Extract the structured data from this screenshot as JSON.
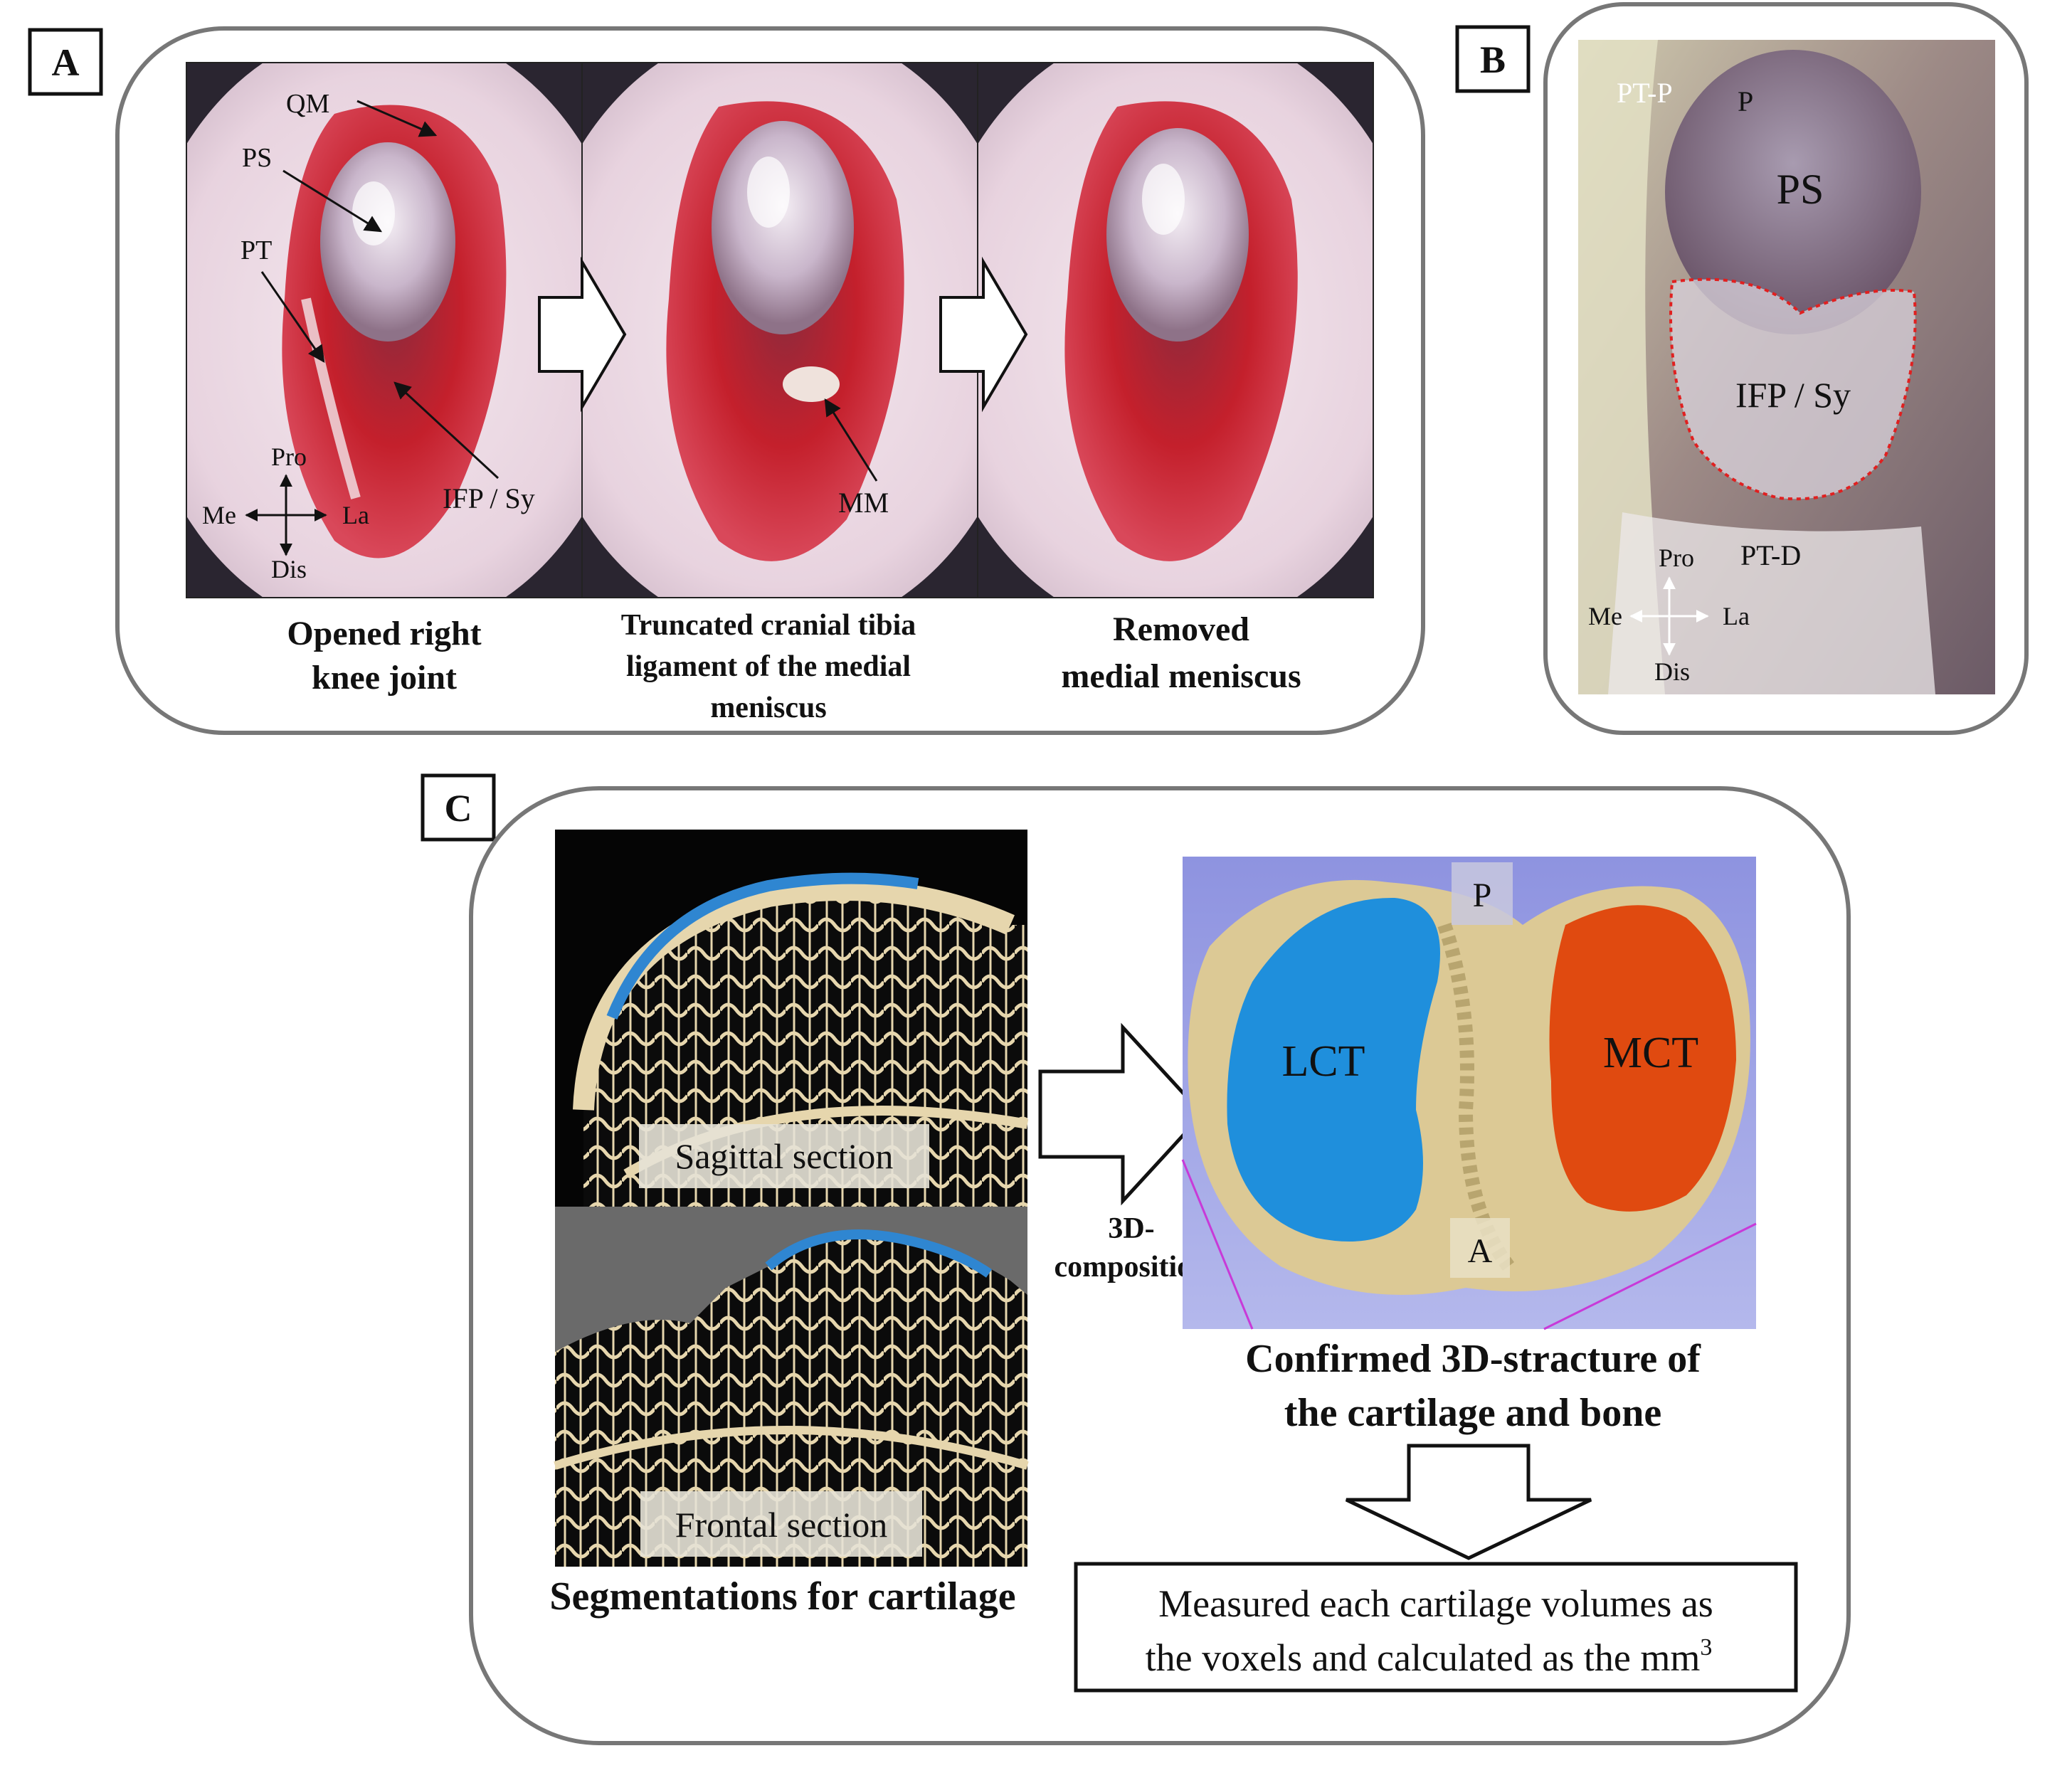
{
  "panel_a": {
    "tag": "A",
    "photo1": {
      "labels": {
        "qm": "QM",
        "ps": "PS",
        "pt": "PT",
        "ifp_sy": "IFP / Sy"
      },
      "compass": {
        "pro": "Pro",
        "me": "Me",
        "la": "La",
        "dis": "Dis"
      },
      "caption_line1": "Opened right",
      "caption_line2": "knee joint"
    },
    "photo2": {
      "labels": {
        "mm": "MM"
      },
      "caption_line1": "Truncated cranial tibia",
      "caption_line2": "ligament of the medial",
      "caption_line3": "meniscus"
    },
    "photo3": {
      "caption_line1": "Removed",
      "caption_line2": "medial meniscus"
    }
  },
  "panel_b": {
    "tag": "B",
    "labels": {
      "pt_p": "PT-P",
      "p": "P",
      "ps": "PS",
      "ifp_sy": "IFP / Sy",
      "pt_d": "PT-D"
    },
    "compass": {
      "pro": "Pro",
      "me": "Me",
      "la": "La",
      "dis": "Dis"
    }
  },
  "panel_c": {
    "tag": "C",
    "sagittal_label": "Sagittal section",
    "frontal_label": "Frontal section",
    "segmentation_caption": "Segmentations for cartilage",
    "arrow_label_line1": "3D-",
    "arrow_label_line2": "composition",
    "model_labels": {
      "p": "P",
      "a": "A",
      "lct": "LCT",
      "mct": "MCT"
    },
    "model_caption_line1": "Confirmed 3D-stracture of",
    "model_caption_line2": "the cartilage and bone",
    "result_line1": "Measured each cartilage volumes as",
    "result_line2": "the voxels and calculated as the mm",
    "result_superscript": "3"
  },
  "colors": {
    "lct": "#1f8fdc",
    "mct": "#e04a10",
    "bone": "#dcc995",
    "model_bg": "#9aa0e6",
    "tissue_red": "#c4202c",
    "cartilage_blue": "#2f86d1"
  }
}
